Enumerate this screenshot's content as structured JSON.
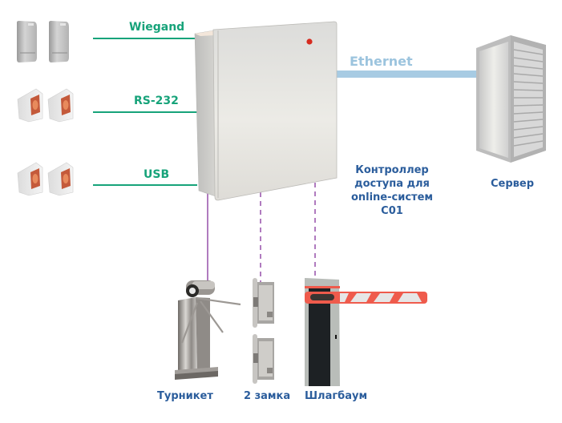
{
  "title": "Контроллер доступа для online-систем C01",
  "colors": {
    "reader_link": "#17a37a",
    "ethernet_link": "#a7cbe3",
    "actuator_link": "#b07bbf",
    "label_blue": "#2b5d9c"
  },
  "interfaces": [
    {
      "label": "Wiegand",
      "reader_type": "proximity-reader"
    },
    {
      "label": "RS-232",
      "reader_type": "fingerprint-reader"
    },
    {
      "label": "USB",
      "reader_type": "fingerprint-reader"
    }
  ],
  "network": {
    "label": "Ethernet"
  },
  "controller": {
    "line1": "Контроллер",
    "line2": "доступа для",
    "line3": "online-систем",
    "line4": "C01"
  },
  "server": {
    "label": "Сервер"
  },
  "actuators": [
    {
      "label": "Турникет",
      "connection": "solid"
    },
    {
      "label": "2 замка",
      "connection": "dashed"
    },
    {
      "label": "Шлагбаум",
      "connection": "dashed"
    }
  ]
}
